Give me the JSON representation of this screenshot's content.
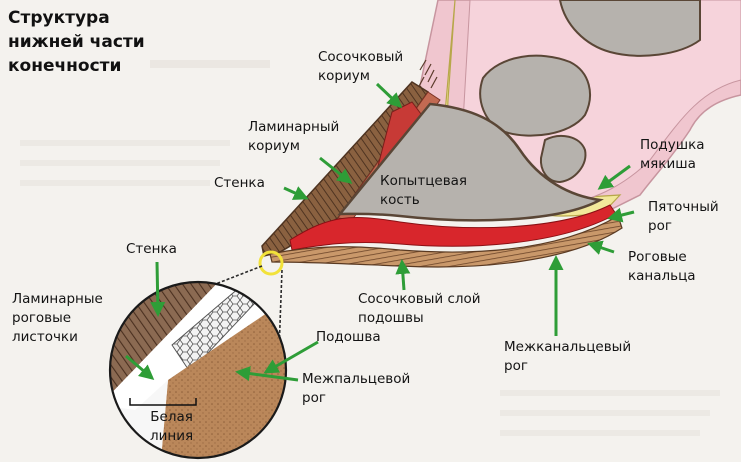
{
  "title": {
    "line1": "Структура",
    "line2": "нижней части",
    "line3": "конечности"
  },
  "labels": {
    "papillary_corium": {
      "line1": "Сосочковый",
      "line2": "кориум"
    },
    "laminar_corium": {
      "line1": "Ламинарный",
      "line2": "кориум"
    },
    "wall_top": "Стенка",
    "coffin_bone": {
      "line1": "Копытцевая",
      "line2": "кость"
    },
    "digital_cushion": {
      "line1": "Подушка",
      "line2": "мякиша"
    },
    "heel_horn": {
      "line1": "Пяточный",
      "line2": "рог"
    },
    "horn_tubules": {
      "line1": "Роговые",
      "line2": "канальца"
    },
    "wall_zoom": "Стенка",
    "horn_laminae": {
      "line1": "Ламинарные",
      "line2": "роговые",
      "line3": "листочки"
    },
    "sole_papillary_layer": {
      "line1": "Сосочковый слой",
      "line2": "подошвы"
    },
    "sole": "Подошва",
    "intertubular_horn": {
      "line1": "Межканальцевый",
      "line2": "рог"
    },
    "interdigital_horn": {
      "line1": "Межпальцевой",
      "line2": "рог"
    },
    "white_line": {
      "line1": "Белая",
      "line2": "линия"
    }
  },
  "colors": {
    "arrow": "#2e9d37",
    "skin": "#f0c6cf",
    "corium_red": "#d8262c",
    "bone_fill": "#b6b2ad",
    "bone_outline": "#5a4636",
    "wall_brown": "#7a5538",
    "sole_tan": "#b98a5e",
    "cushion_yellow": "#f2e89a",
    "zoom_bg": "#ffffff"
  }
}
